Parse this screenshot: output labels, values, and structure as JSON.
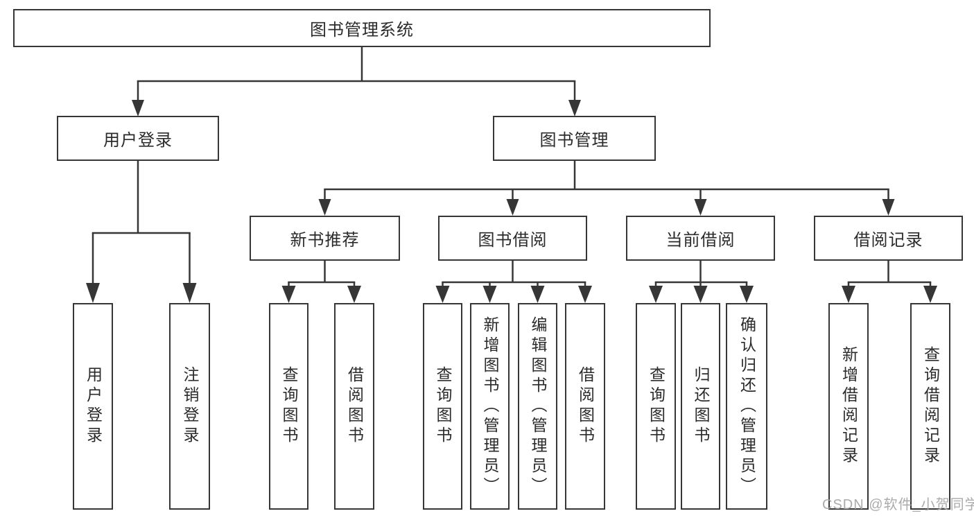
{
  "colors": {
    "line": "#363636",
    "text": "#2b2b2b",
    "background": "#ffffff",
    "watermark": "#a6a6a6"
  },
  "watermark": "CSDN @软件_小贺同学",
  "tree": {
    "label": "图书管理系统",
    "children": [
      {
        "label": "用户登录",
        "children": [
          {
            "label": "用户登录"
          },
          {
            "label": "注销登录"
          }
        ]
      },
      {
        "label": "图书管理",
        "children": [
          {
            "label": "新书推荐",
            "children": [
              {
                "label": "查询图书"
              },
              {
                "label": "借阅图书"
              }
            ]
          },
          {
            "label": "图书借阅",
            "children": [
              {
                "label": "查询图书"
              },
              {
                "label": "新增图书（管理员）"
              },
              {
                "label": "编辑图书（管理员）"
              },
              {
                "label": "借阅图书"
              }
            ]
          },
          {
            "label": "当前借阅",
            "children": [
              {
                "label": "查询图书"
              },
              {
                "label": "归还图书"
              },
              {
                "label": "确认归还（管理员）"
              }
            ]
          },
          {
            "label": "借阅记录",
            "children": [
              {
                "label": "新增借阅记录"
              },
              {
                "label": "查询借阅记录"
              }
            ]
          }
        ]
      }
    ]
  }
}
